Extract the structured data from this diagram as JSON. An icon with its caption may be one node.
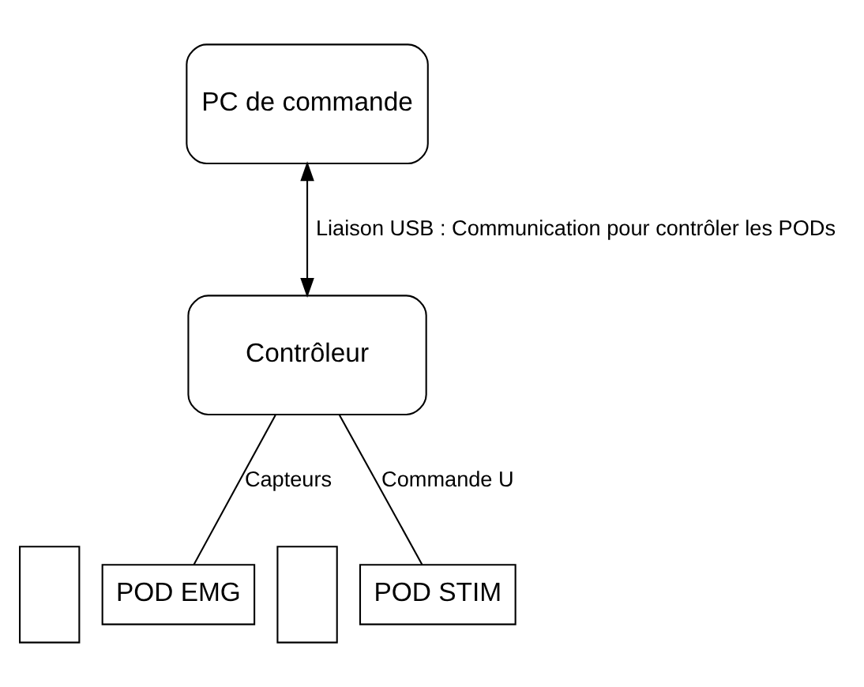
{
  "diagram": {
    "nodes": [
      {
        "text": [
          "PC de commande"
        ]
      },
      {
        "text": [
          "Contrôleur"
        ]
      },
      {
        "text": [],
        "shape": "box"
      },
      {
        "text": [
          "POD EMG"
        ]
      },
      {
        "text": [],
        "shape": "box"
      },
      {
        "text": [
          "POD STIM"
        ]
      }
    ],
    "edges": [
      {
        "from": 0,
        "to": 1,
        "arrow": "both",
        "label": "Liaison USB : Communication pour contrôler les PODs"
      },
      {
        "from": 1,
        "to": 3,
        "arrow": "none",
        "label": "Capteurs"
      },
      {
        "from": 1,
        "to": 5,
        "arrow": "none",
        "label": "Commande U"
      }
    ]
  }
}
